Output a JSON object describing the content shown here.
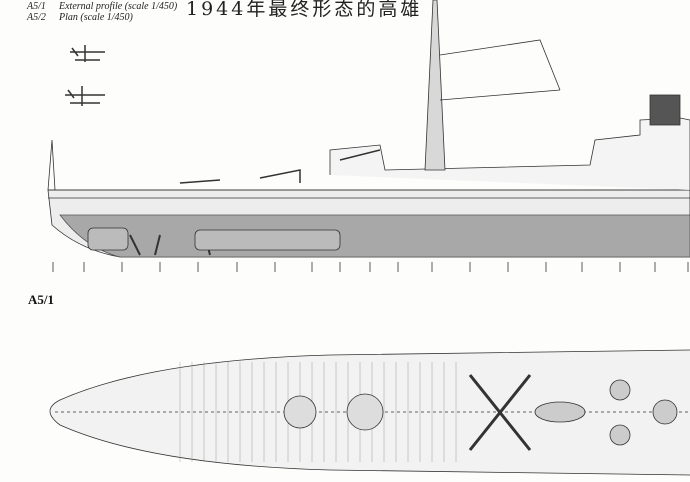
{
  "title": "1944年最终形态的高雄",
  "legend": [
    {
      "code": "A5/1",
      "text": "External profile (scale 1/450)"
    },
    {
      "code": "A5/2",
      "text": "Plan (scale 1/450)"
    }
  ],
  "section_label": "A5/1",
  "colors": {
    "line": "#333333",
    "hull": "#9a9a9a",
    "paper": "#fdfdfb"
  }
}
